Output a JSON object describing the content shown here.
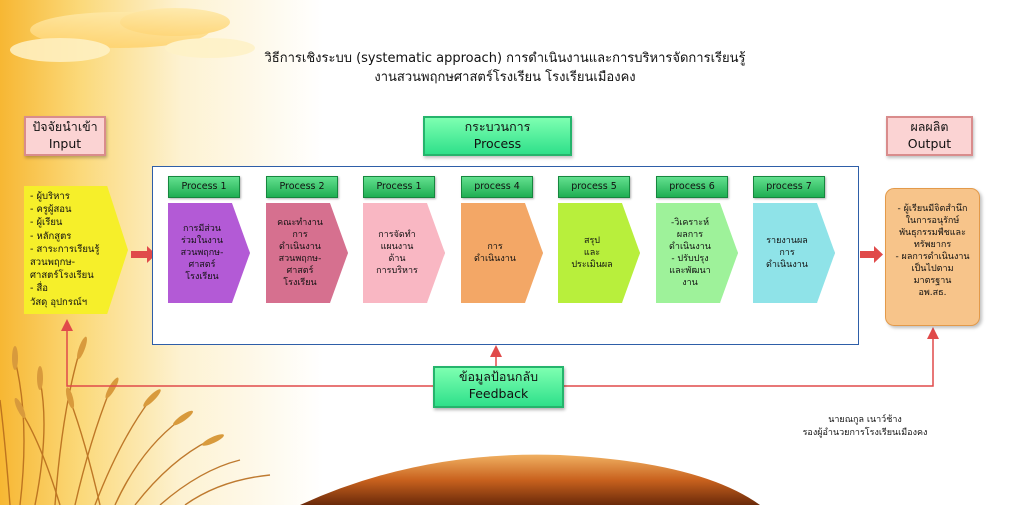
{
  "title": {
    "line1": "วิธีการเชิงระบบ (systematic approach)  การดำเนินงานและการบริหารจัดการเรียนรู้",
    "line2": "งานสวนพฤกษศาสตร์โรงเรียน  โรงเรียนเมืองคง"
  },
  "headers": {
    "input_th": "ปัจจัยนำเข้า",
    "input_en": "Input",
    "process_th": "กระบวนการ",
    "process_en": "Process",
    "output_th": "ผลผลิต",
    "output_en": "Output"
  },
  "input_items": [
    "- ผู้บริหาร",
    "- ครูผู้สอน",
    "- ผู้เรียน",
    "- หลักสูตร",
    "- สาระการเรียนรู้",
    "สวนพฤกษ-",
    "ศาสตร์โรงเรียน",
    "- สื่อ",
    "วัสดุ อุปกรณ์ฯ"
  ],
  "steps": [
    {
      "label": "Process 1",
      "text": "การมีส่วน\nร่วมในงาน\nสวนพฤกษ-\nศาสตร์\nโรงเรียน",
      "color": "#b35ad6"
    },
    {
      "label": "Process 2",
      "text": "คณะทำงาน\nการ\nดำเนินงาน\nสวนพฤกษ-\nศาสตร์\nโรงเรียน",
      "color": "#d6708f"
    },
    {
      "label": "Process 1",
      "text": "การจัดทำ\nแผนงาน\nด้าน\nการบริหาร",
      "color": "#f9b7c3"
    },
    {
      "label": "process 4",
      "text": "การ\nดำเนินงาน",
      "color": "#f3a766"
    },
    {
      "label": "process 5",
      "text": "สรุป\nและ\nประเมินผล",
      "color": "#b8ef3c"
    },
    {
      "label": "process 6",
      "text": "-วิเคราะห์\nผลการ\nดำเนินงาน\n- ปรับปรุง\nและพัฒนา\nงาน",
      "color": "#9ef29a"
    },
    {
      "label": "process 7",
      "text": "รายงานผล\nการ\nดำเนินงาน",
      "color": "#8fe3e8"
    }
  ],
  "output_text": "- ผู้เรียนมีจิตสำนึก\nในการอนุรักษ์\nพันธุกรรมพืชและ\nทรัพยากร\n- ผลการดำเนินงาน\nเป็นไปตาม\nมาตรฐาน\nอพ.สธ.",
  "feedback": {
    "th": "ข้อมูลป้อนกลับ",
    "en": "Feedback"
  },
  "signature": {
    "name": "นายณกูล  เนาว์ช้าง",
    "position": "รองผู้อำนวยการโรงเรียนเมืองคง"
  },
  "colors": {
    "arrow": "#e04a4a",
    "frame": "#2e5ea8",
    "step_label": "#2fbf63"
  }
}
